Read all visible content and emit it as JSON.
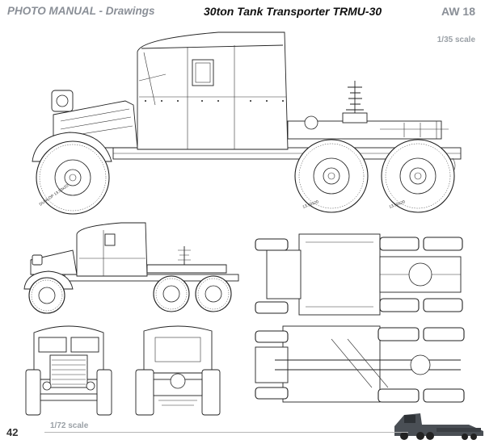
{
  "header": {
    "left": "PHOTO MANUAL - Drawings",
    "title": "30ton Tank Transporter TRMU-30",
    "code": "AW 18"
  },
  "scales": {
    "large": "1/35 scale",
    "small": "1/72 scale"
  },
  "footer": {
    "page_number": "42"
  },
  "tire_text": {
    "large_front": "DUNLOP 13.50x20",
    "large_rear_1": "13.50x20",
    "large_rear_2": "13.50x20"
  }
}
